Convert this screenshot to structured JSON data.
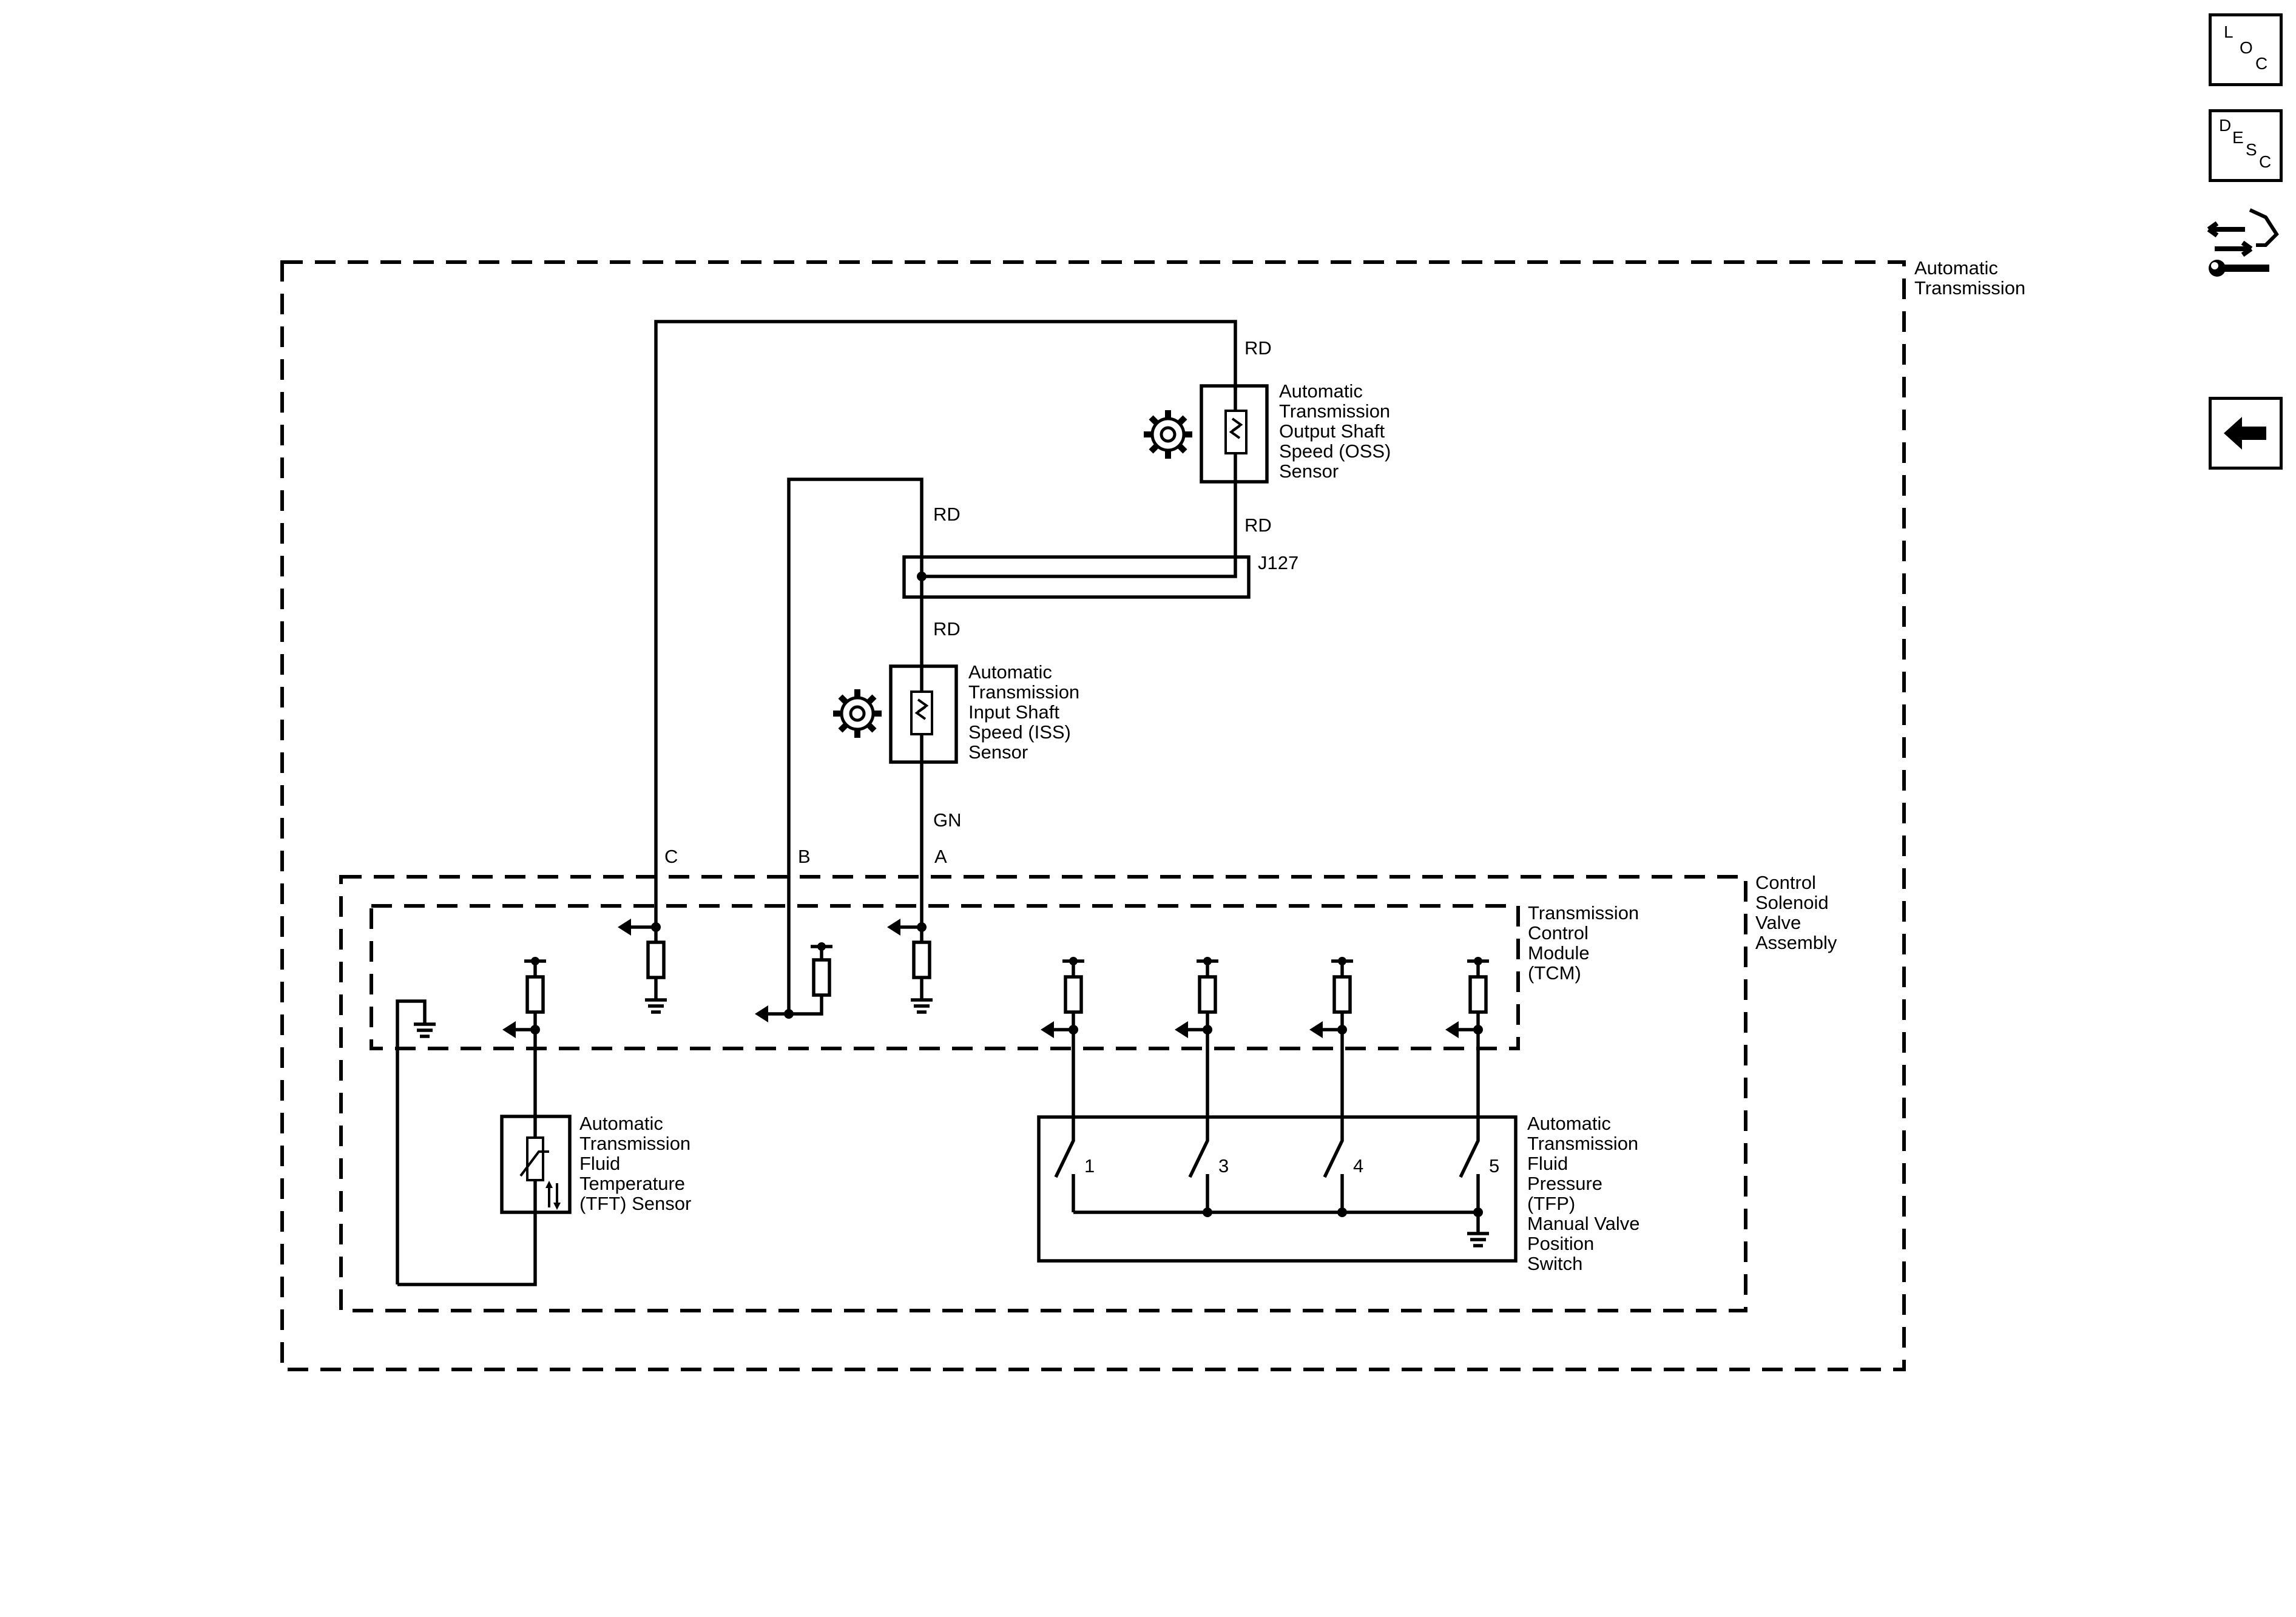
{
  "nav": {
    "loc": [
      "L",
      "O",
      "C"
    ],
    "desc": [
      "D",
      "E",
      "S",
      "C"
    ],
    "connector_icon": "connector-wrench-icon",
    "back_icon": "back-arrow-icon"
  },
  "labels": {
    "automatic_transmission": [
      "Automatic",
      "Transmission"
    ],
    "control_solenoid": [
      "Control",
      "Solenoid",
      "Valve",
      "Assembly"
    ],
    "tcm": [
      "Transmission",
      "Control",
      "Module",
      "(TCM)"
    ],
    "oss": [
      "Automatic",
      "Transmission",
      "Output Shaft",
      "Speed (OSS)",
      "Sensor"
    ],
    "iss": [
      "Automatic",
      "Transmission",
      "Input Shaft",
      "Speed (ISS)",
      "Sensor"
    ],
    "tft": [
      "Automatic",
      "Transmission",
      "Fluid",
      "Temperature",
      "(TFT) Sensor"
    ],
    "tfp": [
      "Automatic",
      "Transmission",
      "Fluid",
      "Pressure",
      "(TFP)",
      "Manual Valve",
      "Position",
      "Switch"
    ]
  },
  "wires": {
    "rd_top": "RD",
    "rd_oss_bottom": "RD",
    "rd_iss_top": "RD",
    "rd_below_j127": "RD",
    "gn": "GN"
  },
  "connector": "J127",
  "pins": {
    "c": "C",
    "b": "B",
    "a": "A"
  },
  "switch_pins": [
    "1",
    "3",
    "4",
    "5"
  ]
}
